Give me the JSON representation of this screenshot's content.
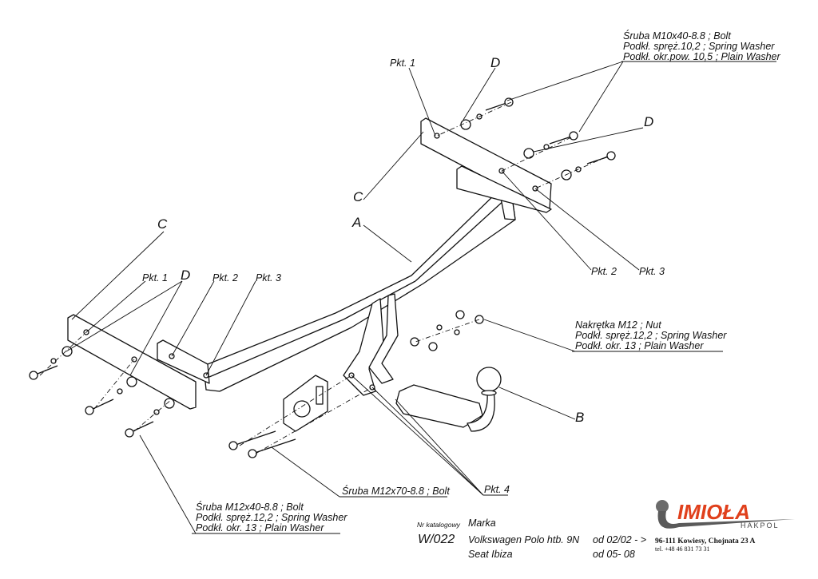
{
  "labels": {
    "top_right_bolt": [
      "Śruba M10x40-8.8 ;  Bolt",
      "Podkł. spręż.10,2 ; Spring Washer",
      "Podkł. okr.pow.  10,5 ; Plain Washer"
    ],
    "nut_block": [
      "Nakrętka  M12 ; Nut",
      "Podkł. spręż.12,2 ; Spring Washer",
      "Podkł. okr. 13 ; Plain Washer"
    ],
    "bottom_left_bolt": [
      "Śruba M12x40-8.8 ;  Bolt",
      "Podkł. spręż.12,2 ; Spring Washer",
      "Podkł. okr. 13 ; Plain Washer"
    ],
    "m12x70": "Śruba M12x70-8.8 ;  Bolt",
    "pkt1": "Pkt. 1",
    "pkt2": "Pkt. 2",
    "pkt3": "Pkt. 3",
    "pkt4": "Pkt. 4",
    "A": "A",
    "B": "B",
    "C": "C",
    "D": "D"
  },
  "title_block": {
    "catalog_label": "Nr katalogowy",
    "catalog_number": "W/022",
    "make_label": "Marka",
    "vehicles": [
      {
        "name": "Volkswagen Polo htb. 9N",
        "from": "od  02/02 - >"
      },
      {
        "name": "Seat Ibiza",
        "from": "od  05- 08"
      }
    ]
  },
  "company": {
    "logo_text": "IMIOŁA",
    "logo_sub": "HAKPOL",
    "address": "96-111 Kowiesy, Chojnata 23 A",
    "phone": "tel. +48 46 831 73 31",
    "brand_color": "#e0401c"
  }
}
